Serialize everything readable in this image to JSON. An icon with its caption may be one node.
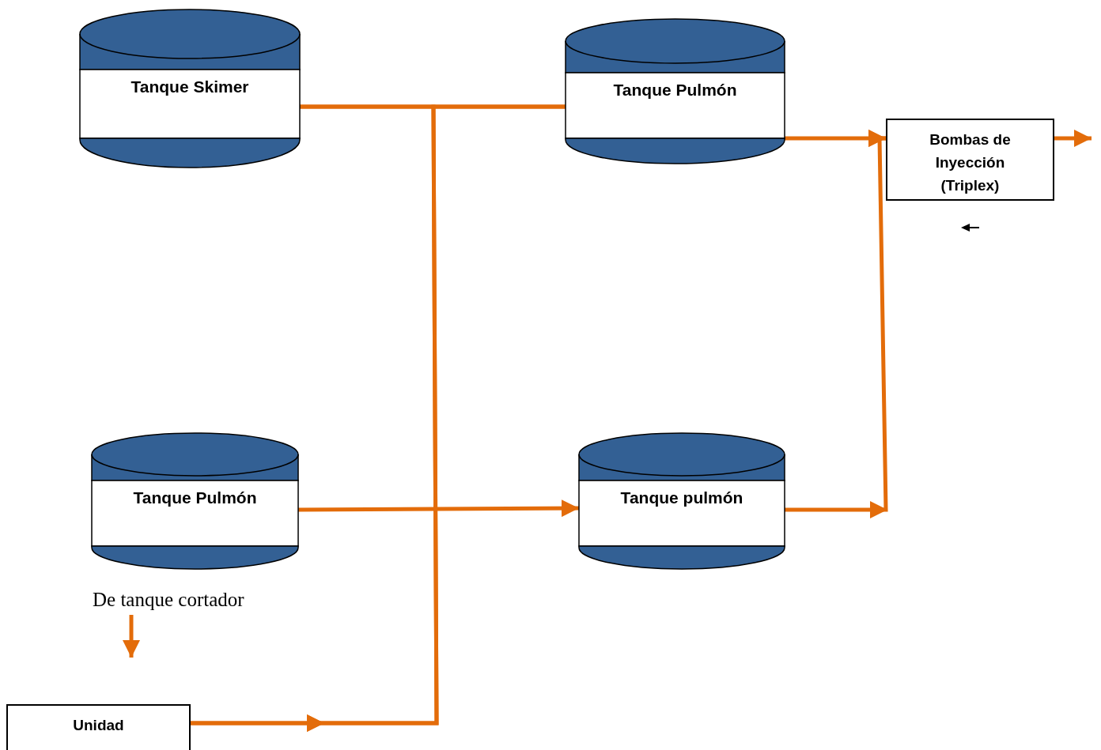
{
  "diagram": {
    "nodes": [
      {
        "text": [
          "Tanque Skimer"
        ]
      },
      {
        "text": [
          "Tanque Pulmón"
        ]
      },
      {
        "text": [
          "Bombas de Inyección (Triplex)"
        ]
      },
      {
        "text": [
          "Tanque Pulmón"
        ]
      },
      {
        "text": [
          "Tanque pulmón"
        ]
      },
      {
        "text": [
          "De tanque cortador"
        ]
      },
      {
        "text": [
          "Unidad"
        ]
      }
    ],
    "edges": [
      {
        "from": 0,
        "to": 1,
        "arrow": "none"
      },
      {
        "from": 6,
        "to": 0,
        "arrow": "to"
      },
      {
        "from": 6,
        "to": 1,
        "arrow": "to"
      },
      {
        "from": 3,
        "to": 4,
        "arrow": "to"
      },
      {
        "from": 1,
        "to": 2,
        "arrow": "to"
      },
      {
        "from": 4,
        "to": 2,
        "arrow": "to"
      },
      {
        "from": 2,
        "to": null,
        "arrow": "to"
      },
      {
        "from": 5,
        "to": null,
        "arrow": "to"
      }
    ]
  }
}
